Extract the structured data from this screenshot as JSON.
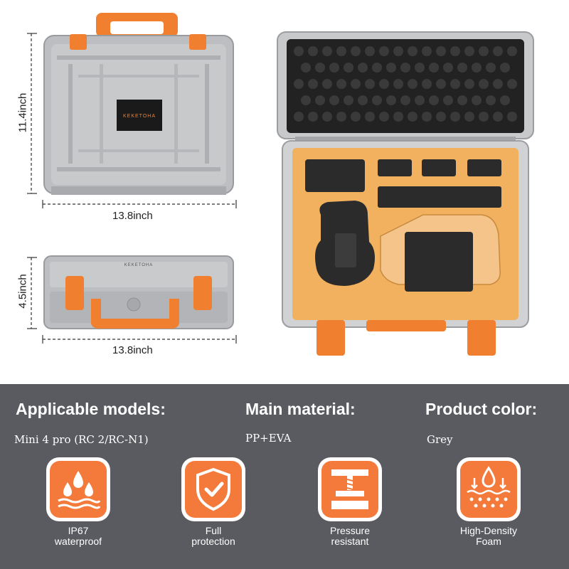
{
  "dimensions": {
    "front_height": "11.4inch",
    "front_width": "13.8inch",
    "side_height": "4.5inch",
    "side_width": "13.8inch"
  },
  "case": {
    "brand": "KEKETOHA",
    "colors": {
      "shell": "#bfc0c2",
      "accent": "#f08030",
      "foam": "#f2b15e",
      "insert": "#2b2b2b"
    }
  },
  "specs": [
    {
      "heading": "Applicable models:",
      "value": "Mini 4 pro (RC 2/RC-N1)"
    },
    {
      "heading": "Main material:",
      "value": "PP+EVA"
    },
    {
      "heading": "Product color:",
      "value": "Grey"
    }
  ],
  "features": [
    {
      "icon": "water-drops-icon",
      "label": "IP67\nwaterproof"
    },
    {
      "icon": "shield-check-icon",
      "label": "Full\nprotection"
    },
    {
      "icon": "pressure-press-icon",
      "label": "Pressure\nresistant"
    },
    {
      "icon": "foam-layer-icon",
      "label": "High-Density\nFoam"
    }
  ],
  "theme": {
    "panel": "#595b60",
    "icon_orange": "#f37a3a"
  }
}
